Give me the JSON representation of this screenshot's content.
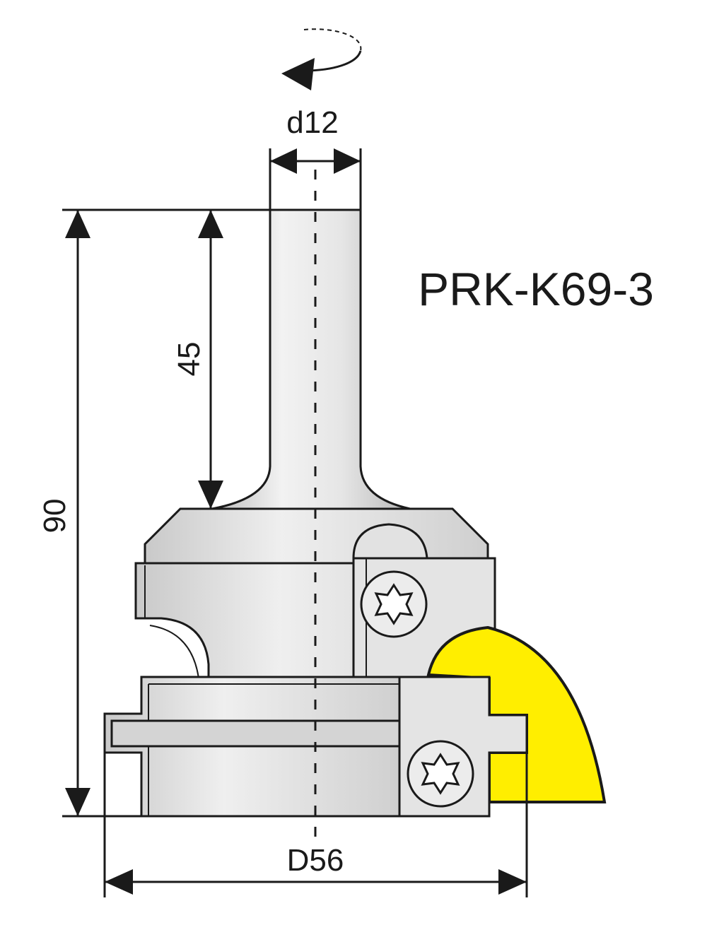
{
  "model": "PRK-K69-3",
  "dimensions": {
    "shank_diameter": "d12",
    "total_length": "90",
    "shank_length": "45",
    "cutter_diameter": "D56"
  },
  "colors": {
    "cutting_profile": "#ffee00",
    "body_fill": "#dcdcdc",
    "line": "#1a1a1a"
  },
  "icons": {
    "rotation": "rotation-arrow-icon",
    "screws": "torx-screw-icon"
  }
}
